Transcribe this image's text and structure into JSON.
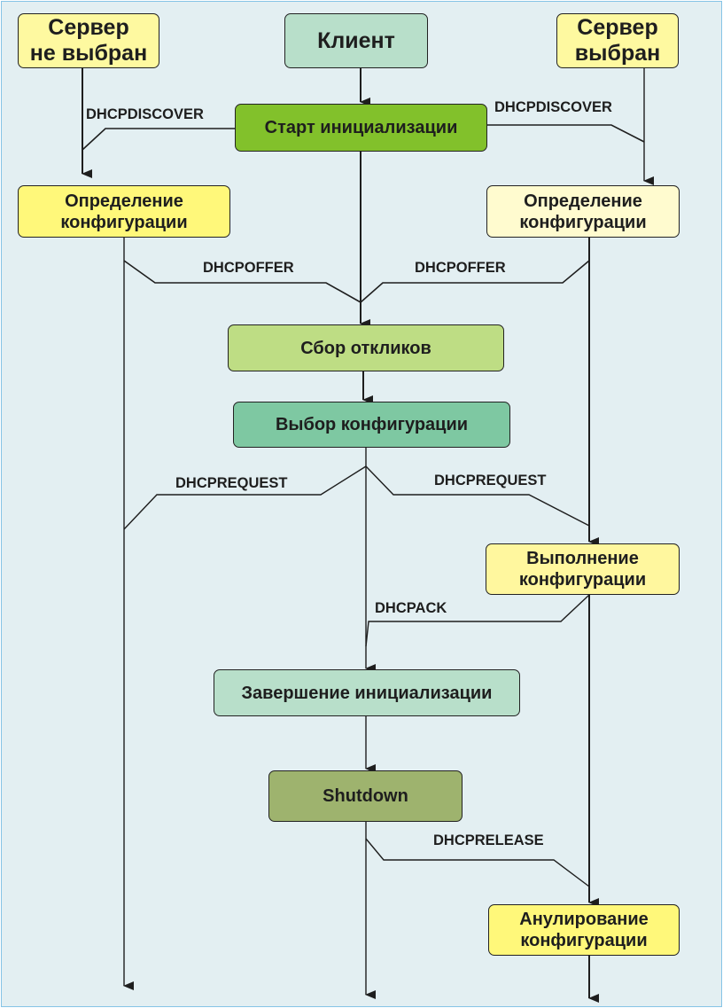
{
  "diagram": {
    "title": "DHCP client/server exchange",
    "colors": {
      "background": "#e3eff2",
      "frame_border": "#86c4e6",
      "server_header": "#fef9a0",
      "client_header": "#b8dfca",
      "start_init": "#82c12b",
      "yellow_state": "#fff87a",
      "pale_yellow_state": "#fffbcf",
      "collect": "#bedd84",
      "select": "#7ec8a2",
      "finish": "#b8dfca",
      "shutdown": "#9eb36e"
    },
    "nodes": {
      "server_not_selected": "Сервер\nне выбран",
      "client": "Клиент",
      "server_selected": "Сервер\nвыбран",
      "start_init": "Старт инициализации",
      "define_config_left": "Определение\nконфигурации",
      "define_config_right": "Определение\nконфигурации",
      "collect_responses": "Сбор откликов",
      "select_config": "Выбор конфигурации",
      "apply_config": "Выполнение\nконфигурации",
      "finish_init": "Завершение инициализации",
      "shutdown": "Shutdown",
      "cancel_config": "Анулирование\nконфигурации"
    },
    "messages": {
      "discover_left": "DHCPDISCOVER",
      "discover_right": "DHCPDISCOVER",
      "offer_left": "DHCPOFFER",
      "offer_right": "DHCPOFFER",
      "request_left": "DHCPREQUEST",
      "request_right": "DHCPREQUEST",
      "ack": "DHCPACK",
      "release": "DHCPRELEASE"
    }
  }
}
